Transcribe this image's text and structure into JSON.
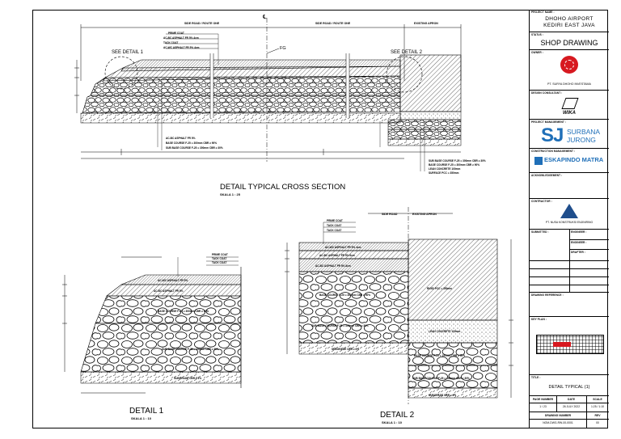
{
  "drawing": {
    "main_title": "DETAIL TYPICAL CROSS SECTION",
    "main_scale": "SKALA 1 : 25",
    "detail1_title": "DETAIL 1",
    "detail1_scale": "SKALA 1 : 10",
    "detail2_title": "DETAIL 2",
    "detail2_scale": "SKALA 1 : 10",
    "see_detail_1": "SEE DETAIL 1",
    "see_detail_2": "SEE DETAIL 2",
    "fg_label": "FG",
    "centerline": "℄",
    "top_dims": [
      "SIDE ROAD / ROUTE ONE",
      "SIDE ROAD / ROUTE ONE",
      "EXISTING APRON"
    ],
    "layer_labels_top": [
      "PRIME COAT",
      "AC-BC ASPHALT FR 5% 4cm",
      "TACK COAT",
      "AC-WC ASPHALT FR 5% 4cm"
    ],
    "layer_labels_bottom": [
      "AC-BC ASPHALT FR 5%",
      "BASE COURSE F-25 = 300mm CBR ≥ 90%",
      "SUB BASE COURSE F-25 = 300mm CBR ≥ 30%"
    ],
    "right_layer_labels": [
      "SUB BASE COURSE F-25 = 300mm CBR ≥ 30%",
      "BASE COURSE F-25 = 300mm CBR ≥ 90%",
      "LEAN CONCRETE 100mm",
      "SURFACE PCC = 350mm"
    ],
    "detail1_labels": [
      "PRIME COAT",
      "TACK COAT",
      "TACK COAT",
      "AC-WC ASPHALT FR 5%",
      "AC-BC ASPHALT FR 5%",
      "BASE COURSE F-25 = 300mm CBR ≥ 90%",
      "SUB BASE COURSE F-25 = 300mm CBR ≥ 30%",
      "SUBGRADE CBR ≥ 6%"
    ],
    "detail2_top": [
      "SIDE ROAD",
      "EXISTING APRON"
    ],
    "detail2_labels": [
      "PRIME COAT",
      "TACK COAT",
      "TACK COAT",
      "AC-WC ASPHALT FR 5% 4cm",
      "AC-BC ASPHALT FR 5% 6cm",
      "AC-BC ASPHALT FR 5% 8cm",
      "BASE COURSE F-25 = 300mm CBR ≥ 90%",
      "SUB BASE COURSE F-25 = 300mm CBR ≥ 30%",
      "SUBGRADE CBR ≥ 6%",
      "RIGID PCC = 350mm",
      "LEAN CONCRETE 100mm",
      "BASE COURSE F-25 = 150mm CBR ≥ 90%",
      "SUB BASE COURSE F-25 = 150mm CBR ≥ 30%",
      "SUBGRADE CBR ≥ 6%"
    ]
  },
  "title_block": {
    "project_name_label": "PROJECT NAME :",
    "project_name": [
      "DHOHO AIRPORT",
      "KEDIRI EAST JAVA"
    ],
    "status_label": "STATUS :",
    "status": "SHOP DRAWING",
    "owner_label": "OWNER :",
    "owner": "PT. SURYA DHOHO INVESTAMA",
    "design_consultant_label": "DESIGN CONSULTANT :",
    "design_consultant": "WIKA",
    "project_management_label": "PROJECT MANAGEMENT :",
    "pm_logo": "SJ",
    "pm_name": [
      "SURBANA",
      "JURONG"
    ],
    "construction_management_label": "CONSTRUCTION MANAGEMENT :",
    "cm_name": "ESKAPINDO MATRA",
    "acknowledgement_label": "ACKNOWLEDGEMENT :",
    "contractor_label": "CONTRACTOR :",
    "contractor": "PT. NUSA KONSTRUKSI ENJINIRING",
    "submitted_label": "SUBMITTED :",
    "engineer_label": "ENGINEER :",
    "drafter_label": "DRAFTER :",
    "drawing_reference_label": "DRAWING REFERENCE :",
    "key_plan_label": "KEY PLAN :",
    "title_label": "TITLE :",
    "title": "DETAIL TYPICAL (1)",
    "table_headers": [
      "PAGE NUMBER",
      "DATE",
      "SCALE"
    ],
    "table_values": [
      "1 / 23",
      "26 JULY 2022",
      "1:25 / 1:10"
    ],
    "drawing_number_label": "DRAWING NUMBER",
    "rev_label": "REV",
    "drawing_number": "NOM-DWG-RW-00-0001",
    "rev": "00"
  }
}
